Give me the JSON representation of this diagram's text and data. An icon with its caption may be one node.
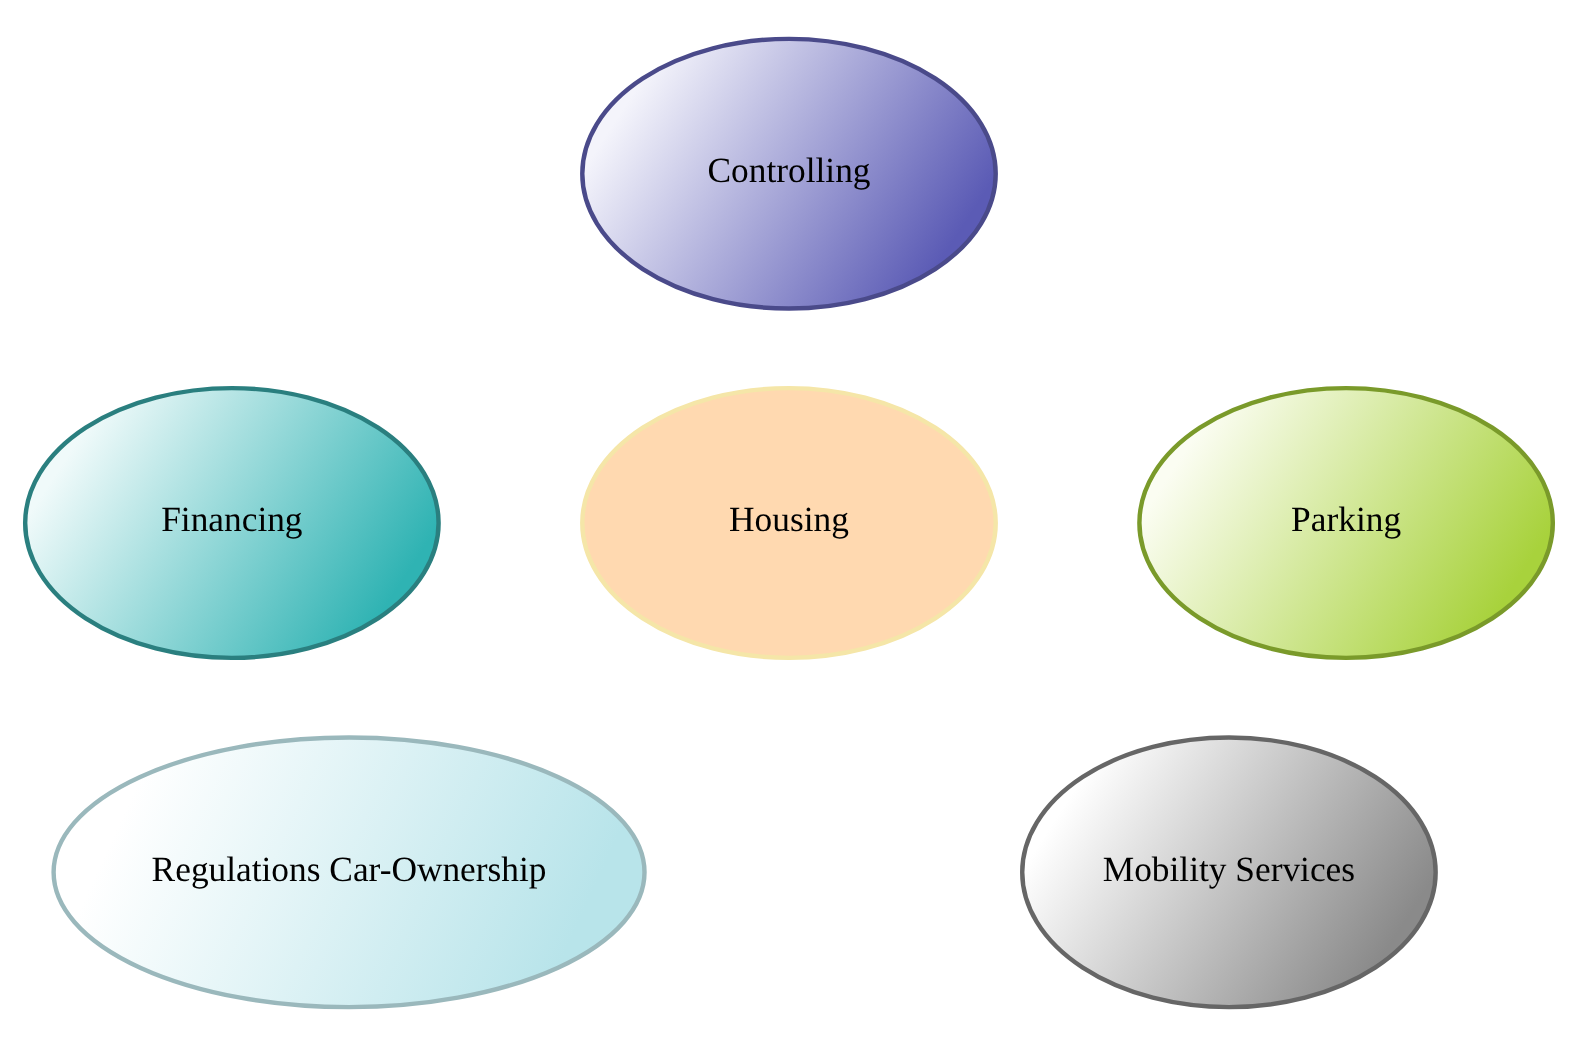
{
  "diagram": {
    "nodes": [
      {
        "text": [
          "Controlling"
        ]
      },
      {
        "text": [
          "Financing"
        ]
      },
      {
        "text": [
          "Housing"
        ]
      },
      {
        "text": [
          "Parking"
        ]
      },
      {
        "text": [
          "Regulations Car-Ownership"
        ]
      },
      {
        "text": [
          "Mobility Services"
        ]
      }
    ]
  }
}
